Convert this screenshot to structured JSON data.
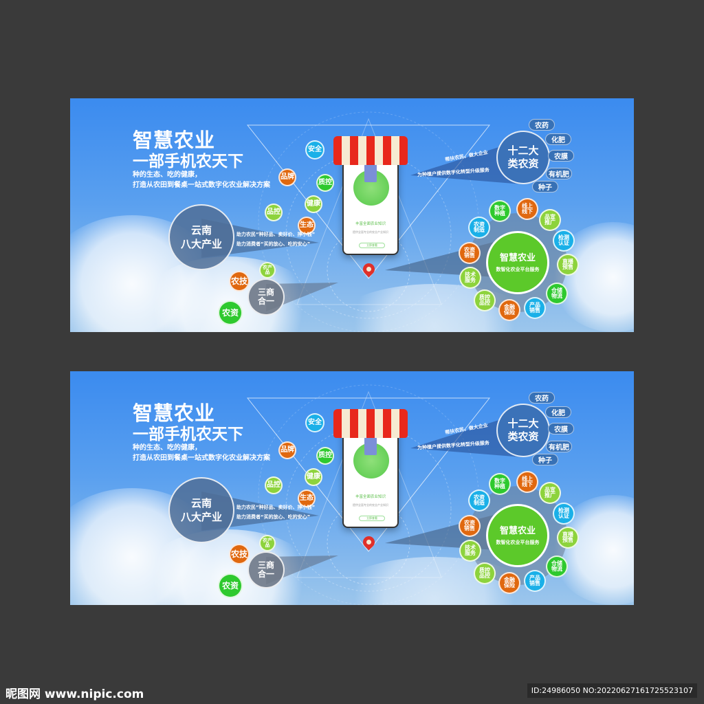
{
  "banner": {
    "title": "智慧农业",
    "subtitle": "一部手机农天下",
    "line1": "种的生态、吃的健康，",
    "line2": "打造从农田到餐桌一站式数字化农业解决方案",
    "left_tags": [
      {
        "label": "安全",
        "color": "#1ab0e8"
      },
      {
        "label": "品牌",
        "color": "#e0680f"
      },
      {
        "label": "质控",
        "color": "#2ec92e"
      },
      {
        "label": "健康",
        "color": "#8dd33c"
      },
      {
        "label": "品控",
        "color": "#8dd33c"
      },
      {
        "label": "生态",
        "color": "#e0680f"
      },
      {
        "label": "农产品",
        "color": "#8dd33c"
      },
      {
        "label": "农技",
        "color": "#e0680f"
      },
      {
        "label": "农资",
        "color": "#2ec92e"
      }
    ],
    "yunnan": {
      "title1": "云南",
      "title2": "八大产业",
      "text1": "助力农民“种好品、卖好价、挣小钱”",
      "text2": "助力消费者“买的放心、吃的安心”"
    },
    "sanshang": {
      "line1": "三商",
      "line2": "合一"
    },
    "twelve": {
      "line1": "十二大",
      "line2": "类农资",
      "text1": "帮扶农民，做大企业",
      "text2": "为种植户提供数字化转型升级服务",
      "items": [
        "农药",
        "化肥",
        "农膜",
        "有机肥",
        "种子"
      ]
    },
    "platform": {
      "title": "智慧农业",
      "subtitle": "数智化农业平台服务",
      "items": [
        {
          "l1": "数字",
          "l2": "种植",
          "color": "#2ec92e"
        },
        {
          "l1": "线上",
          "l2": "线下",
          "color": "#e0680f"
        },
        {
          "l1": "品宣",
          "l2": "推广",
          "color": "#8dd33c"
        },
        {
          "l1": "检测",
          "l2": "认证",
          "color": "#1ab0e8"
        },
        {
          "l1": "直播",
          "l2": "预售",
          "color": "#8dd33c"
        },
        {
          "l1": "仓储",
          "l2": "物流",
          "color": "#2ec92e"
        },
        {
          "l1": "产品",
          "l2": "销售",
          "color": "#1ab0e8"
        },
        {
          "l1": "金融",
          "l2": "保险",
          "color": "#e0680f"
        },
        {
          "l1": "质控",
          "l2": "品控",
          "color": "#8dd33c"
        },
        {
          "l1": "技术",
          "l2": "服务",
          "color": "#8dd33c"
        },
        {
          "l1": "农资",
          "l2": "销售",
          "color": "#e0680f"
        },
        {
          "l1": "农资",
          "l2": "制造",
          "color": "#1ab0e8"
        }
      ]
    },
    "phone": {
      "heading": "丰富全面农业知识",
      "desc": "提供全面专业的农业产业知识",
      "button": "立即查看"
    }
  },
  "watermark": {
    "logo": "昵图网 www.nipic.com",
    "id": "ID:24986050 NO:20220627161725523107"
  }
}
